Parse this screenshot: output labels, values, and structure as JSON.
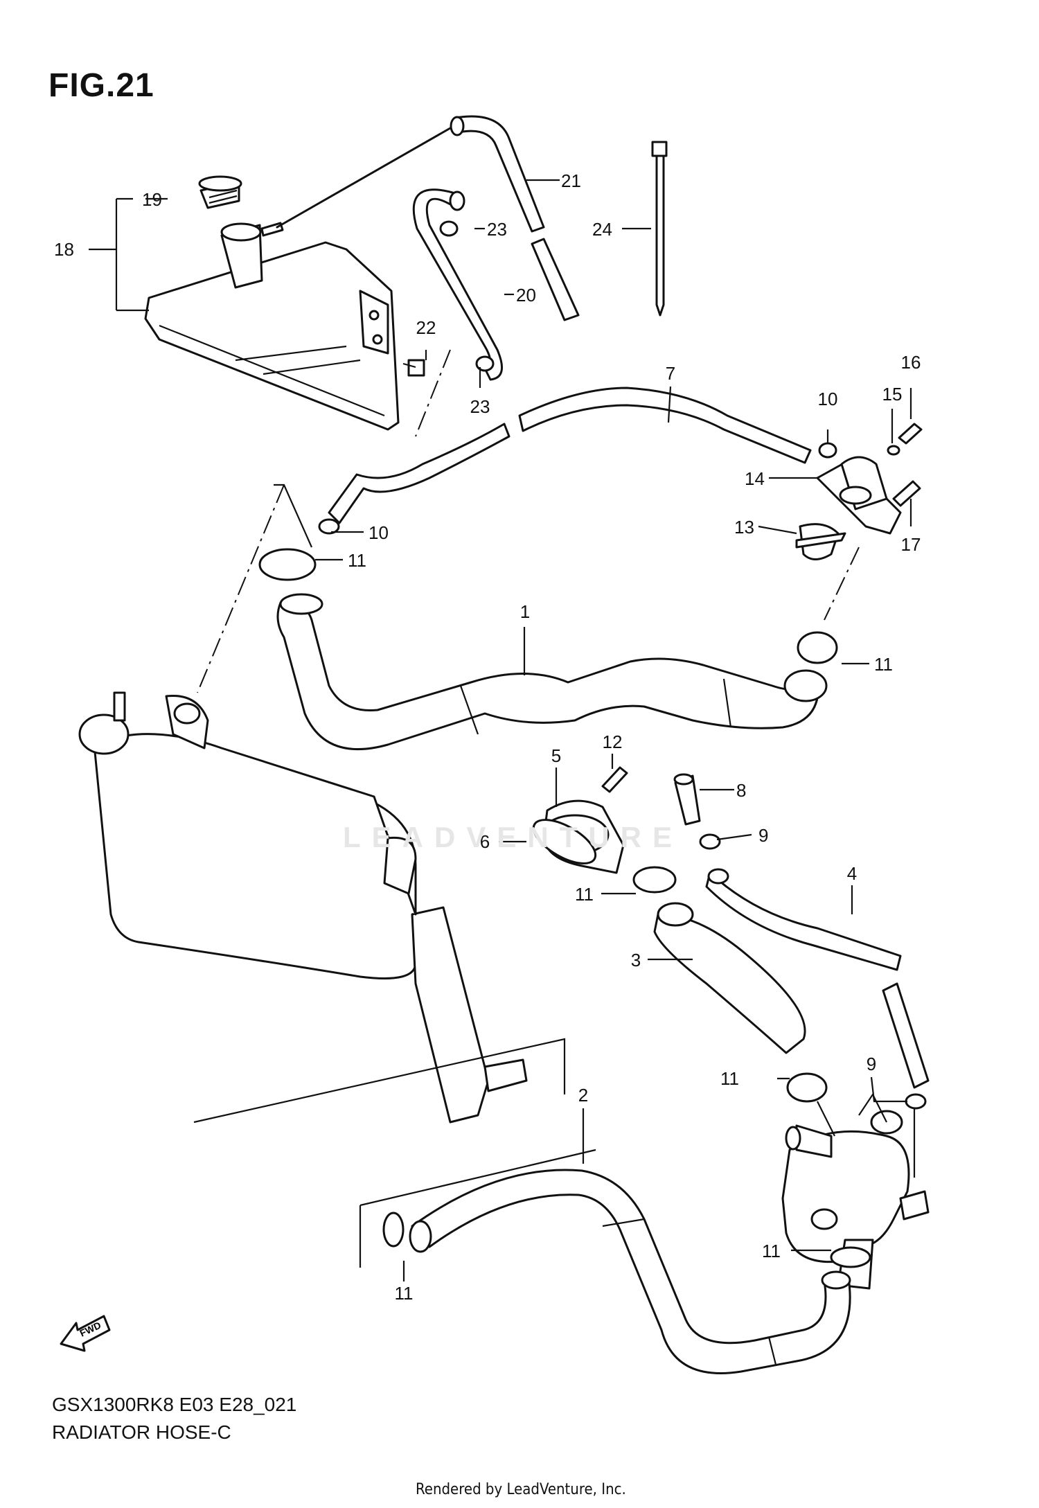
{
  "figure": {
    "title": "FIG.21",
    "model_code": "GSX1300RK8 E03 E28_021",
    "diagram_name": "RADIATOR HOSE-C",
    "footer": "Rendered by LeadVenture, Inc.",
    "watermark": "LEADVENTURE",
    "fwd_label": "FWD"
  },
  "callouts": [
    {
      "id": "c1",
      "label": "1"
    },
    {
      "id": "c2",
      "label": "2"
    },
    {
      "id": "c3",
      "label": "3"
    },
    {
      "id": "c4",
      "label": "4"
    },
    {
      "id": "c5",
      "label": "5"
    },
    {
      "id": "c6",
      "label": "6"
    },
    {
      "id": "c7",
      "label": "7"
    },
    {
      "id": "c8",
      "label": "8"
    },
    {
      "id": "c9a",
      "label": "9"
    },
    {
      "id": "c9b",
      "label": "9"
    },
    {
      "id": "c10a",
      "label": "10"
    },
    {
      "id": "c10b",
      "label": "10"
    },
    {
      "id": "c11a",
      "label": "11"
    },
    {
      "id": "c11b",
      "label": "11"
    },
    {
      "id": "c11c",
      "label": "11"
    },
    {
      "id": "c11d",
      "label": "11"
    },
    {
      "id": "c11e",
      "label": "11"
    },
    {
      "id": "c11f",
      "label": "11"
    },
    {
      "id": "c12",
      "label": "12"
    },
    {
      "id": "c13",
      "label": "13"
    },
    {
      "id": "c14",
      "label": "14"
    },
    {
      "id": "c15",
      "label": "15"
    },
    {
      "id": "c16",
      "label": "16"
    },
    {
      "id": "c17",
      "label": "17"
    },
    {
      "id": "c18",
      "label": "18"
    },
    {
      "id": "c19",
      "label": "19"
    },
    {
      "id": "c20",
      "label": "20"
    },
    {
      "id": "c21",
      "label": "21"
    },
    {
      "id": "c22",
      "label": "22"
    },
    {
      "id": "c23a",
      "label": "23"
    },
    {
      "id": "c23b",
      "label": "23"
    },
    {
      "id": "c24",
      "label": "24"
    }
  ]
}
